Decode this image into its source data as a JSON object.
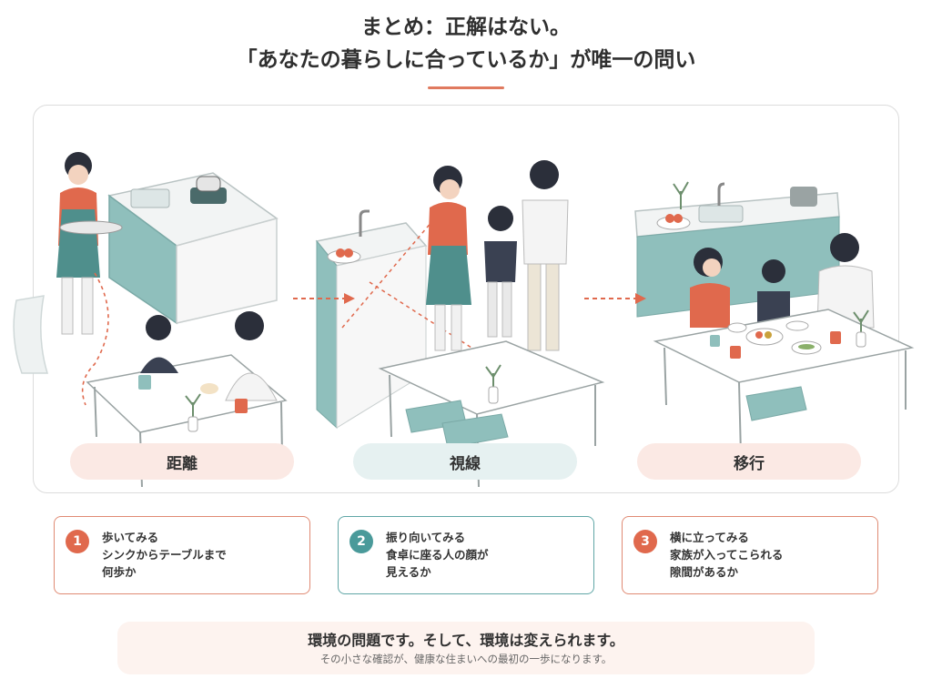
{
  "header": {
    "line1": "まとめ：正解はない。",
    "line2": "「あなたの暮らしに合っているか」が唯一の問い"
  },
  "scenes": [
    {
      "label": "距離"
    },
    {
      "label": "視線"
    },
    {
      "label": "移行"
    }
  ],
  "cards": [
    {
      "number": "1",
      "text": "歩いてみる\nシンクからテーブルまで\n何歩か"
    },
    {
      "number": "2",
      "text": "振り向いてみる\n食卓に座る人の顔が\n見えるか"
    },
    {
      "number": "3",
      "text": "横に立ってみる\n家族が入ってこられる\n隙間があるか"
    }
  ],
  "footer": {
    "headline": "環境の問題です。そして、環境は変えられます。",
    "subline": "その小さな確認が、健康な住まいへの最初の一歩になります。"
  },
  "colors": {
    "accent_coral": "#e0694d",
    "accent_teal": "#4a9a9a",
    "cabinet_teal": "#8fbfbc"
  }
}
